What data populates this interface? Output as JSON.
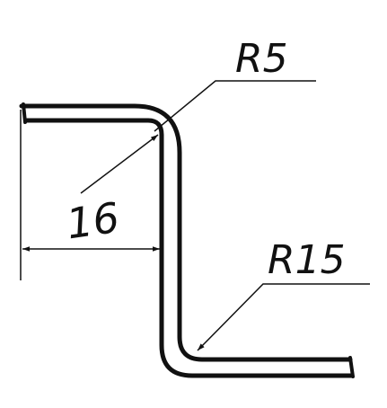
{
  "drawing": {
    "dimensions": {
      "width_value": "16",
      "inner_radius_top": "R5",
      "inner_radius_bottom": "R15"
    },
    "colors": {
      "ink": "#111111",
      "paper": "#ffffff"
    }
  }
}
